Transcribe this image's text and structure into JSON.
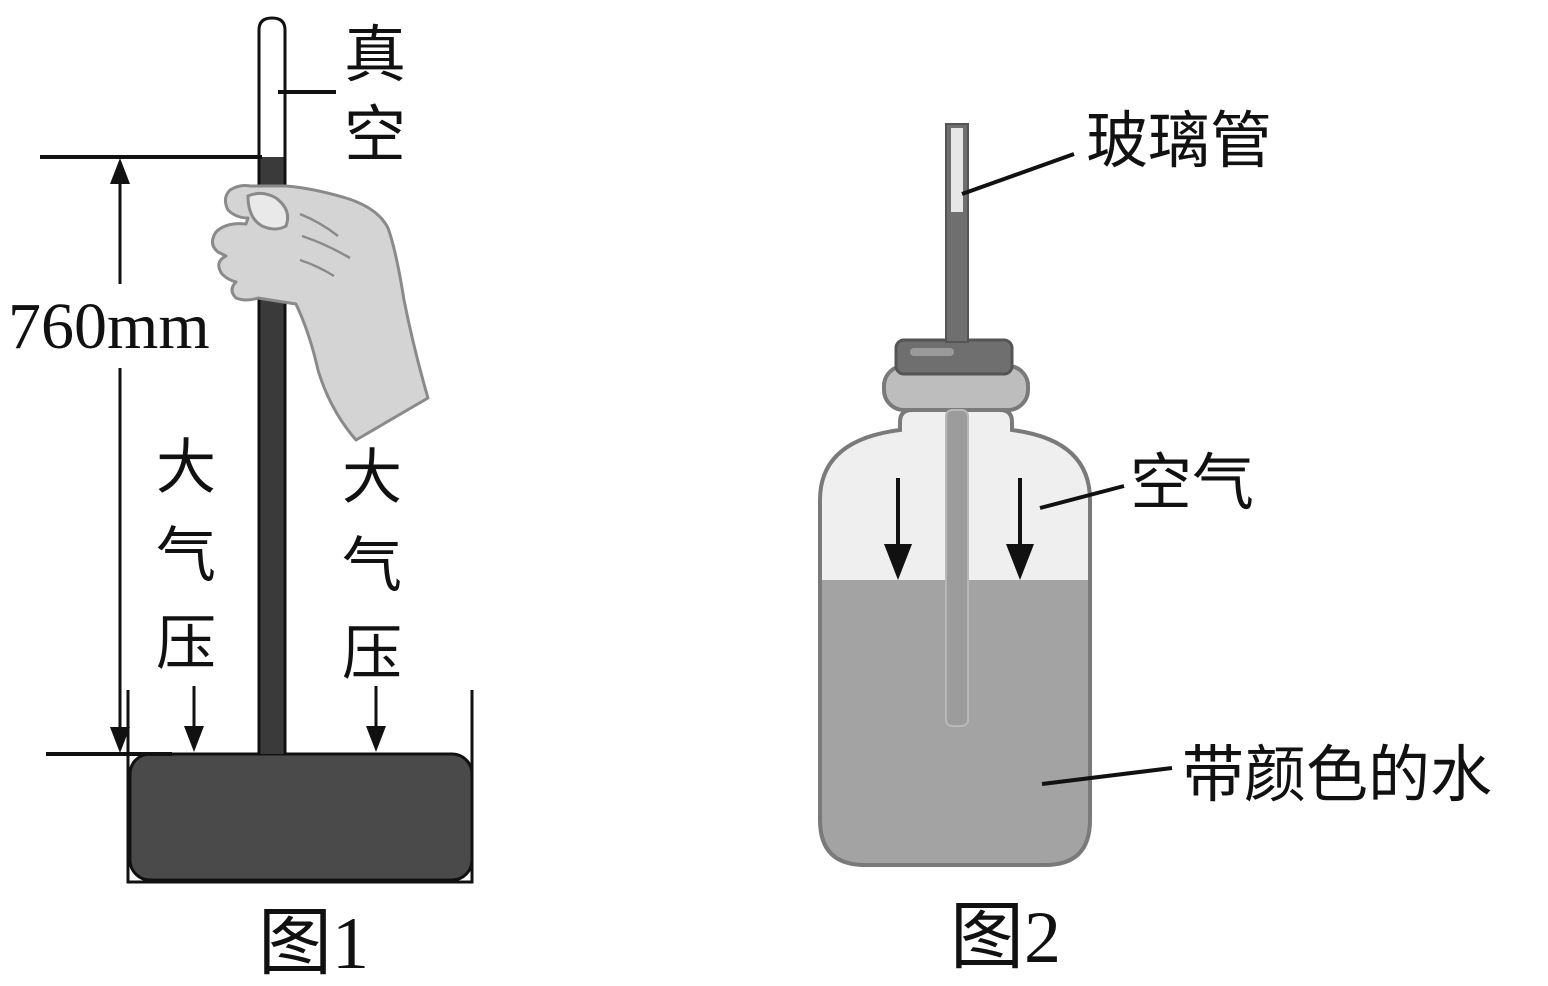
{
  "figure1": {
    "caption": "图1",
    "vacuum_label": [
      "真",
      "空"
    ],
    "height_label": "760mm",
    "pressure_left": [
      "大",
      "气",
      "压"
    ],
    "pressure_right": [
      "大",
      "气",
      "压"
    ]
  },
  "figure2": {
    "caption": "图2",
    "tube_label": "玻璃管",
    "air_label": "空气",
    "water_label": "带颜色的水"
  },
  "colors": {
    "mercury": "#3a3a3a",
    "trough": "#4a4a4a",
    "hand_fill": "#d4d4d4",
    "hand_stroke": "#8a8a8a",
    "bottle_outline": "#7a7a7a",
    "bottle_air": "#efefef",
    "water": "#a3a3a3",
    "cap": "#6f6f6f",
    "neck_ring": "#bdbdbd"
  }
}
